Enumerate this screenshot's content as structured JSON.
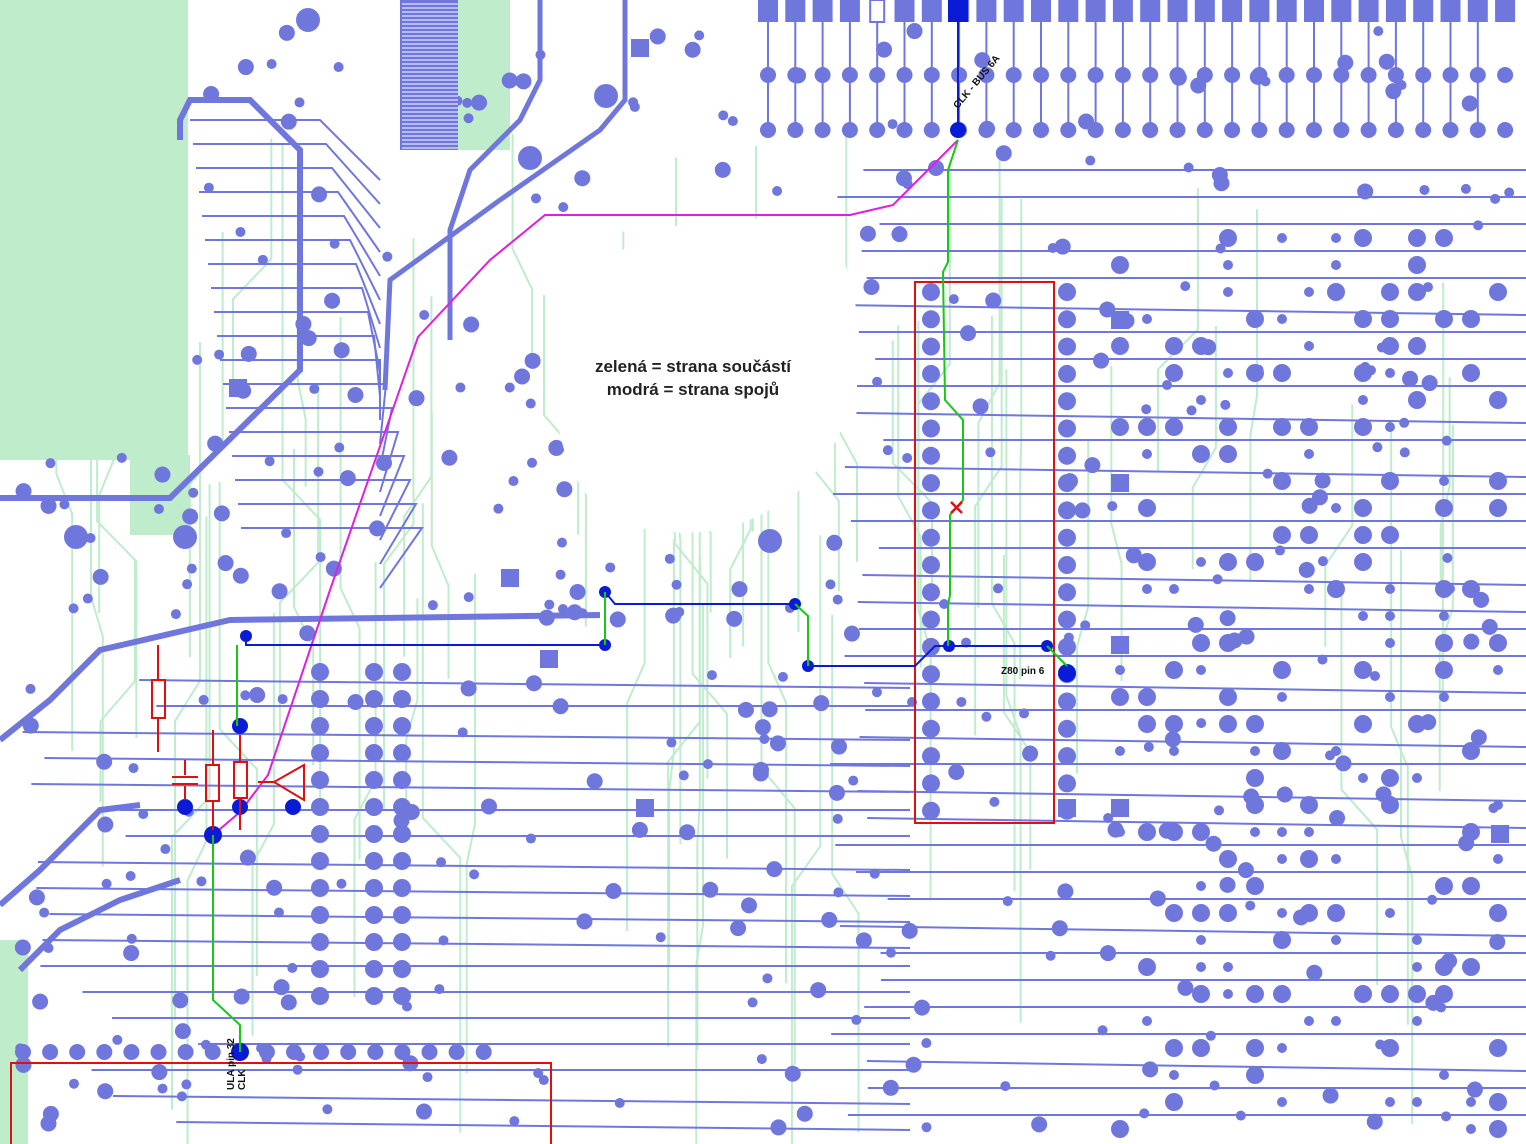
{
  "colors": {
    "component_side": "#bfeccb",
    "solder_side": "#7077dc",
    "highlight_trace": "#0a1bd6",
    "probe_trace": "#e01ee0",
    "wire": "#15c915",
    "outline": "#e01010",
    "background": "#ffffff"
  },
  "legend": {
    "green_line": "zelená = strana součástí",
    "blue_line": "modrá = strana spojů"
  },
  "labels": {
    "z80_pin": "Z80 pin 6",
    "clk_bus": "CLK - BUS 6A",
    "ula_pin": "ULA pin 32",
    "ula_clk": "CLK"
  },
  "icons": {
    "cut_mark": "red-x-icon",
    "buffer": "triangle-buffer-icon"
  }
}
